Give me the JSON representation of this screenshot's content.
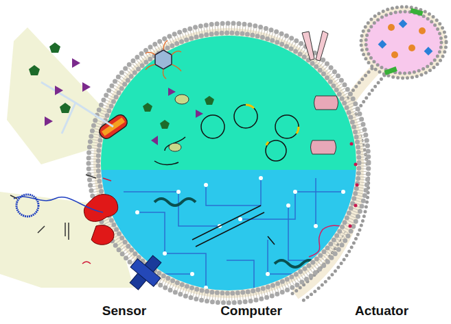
{
  "diagram": {
    "labels": [
      "Sensor",
      "Computer",
      "Actuator"
    ]
  }
}
